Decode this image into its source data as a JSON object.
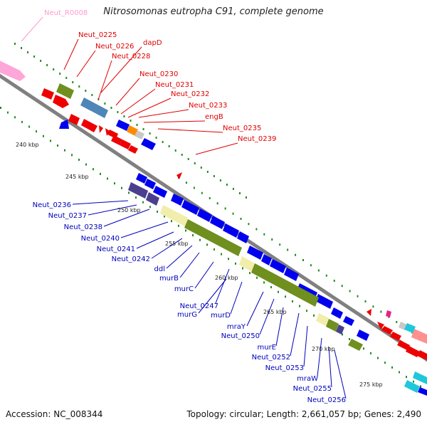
{
  "title": "Nitrosomonas eutropha C91, complete genome",
  "accession": "Accession: NC_008344",
  "summary": "Topology: circular; Length: 2,661,057 bp; Genes: 2,490",
  "colors": {
    "backbone": "#808080",
    "forward_label": "#e00000",
    "reverse_label": "#0000bb",
    "rna_label": "#ff9ad0",
    "cds_forward": "#ee0000",
    "cds_reverse": "#0000ee",
    "olive": "#6f8f1f",
    "steel": "#4f86b8",
    "purple": "#4a3f8f",
    "cream": "#f1edaa",
    "pink": "#ff9ad0",
    "orange": "#ff8c00",
    "grey": "#c8c8c8",
    "cyan": "#1ec8dc",
    "magenta": "#e8208a",
    "tick": "#228b22"
  },
  "scale_labels": [
    "240 kbp",
    "245 kbp",
    "250 kbp",
    "255 kbp",
    "260 kbp",
    "265 kbp",
    "270 kbp",
    "275 kbp"
  ],
  "forward_genes": [
    "Neut_R0008",
    "Neut_0225",
    "Neut_0226",
    "dapD",
    "Neut_0228",
    "Neut_0230",
    "Neut_0231",
    "Neut_0232",
    "Neut_0233",
    "engB",
    "Neut_0235",
    "Neut_0239"
  ],
  "reverse_genes": [
    "Neut_0236",
    "Neut_0237",
    "Neut_0238",
    "Neut_0240",
    "Neut_0241",
    "Neut_0242",
    "ddl",
    "murB",
    "murC",
    "Neut_0247",
    "murG",
    "murD",
    "mraY",
    "Neut_0250",
    "murE",
    "Neut_0252",
    "Neut_0253",
    "mraW",
    "Neut_0255",
    "Neut_0256"
  ]
}
